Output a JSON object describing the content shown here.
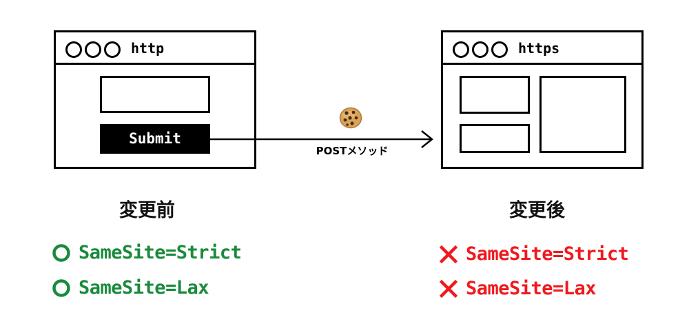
{
  "colors": {
    "ok": "#1a8a3c",
    "ng": "#f0191e",
    "line": "#000000"
  },
  "before": {
    "url": "http",
    "submit_label": "Submit",
    "heading": "変更前",
    "rules": [
      {
        "mark": "circle-ok-icon",
        "text": "SameSite=Strict"
      },
      {
        "mark": "circle-ok-icon",
        "text": "SameSite=Lax"
      }
    ]
  },
  "transfer": {
    "icon": "cookie-icon",
    "label": "POSTメソッド"
  },
  "after": {
    "url": "https",
    "heading": "変更後",
    "rules": [
      {
        "mark": "cross-ng-icon",
        "text": "SameSite=Strict"
      },
      {
        "mark": "cross-ng-icon",
        "text": "SameSite=Lax"
      }
    ]
  }
}
